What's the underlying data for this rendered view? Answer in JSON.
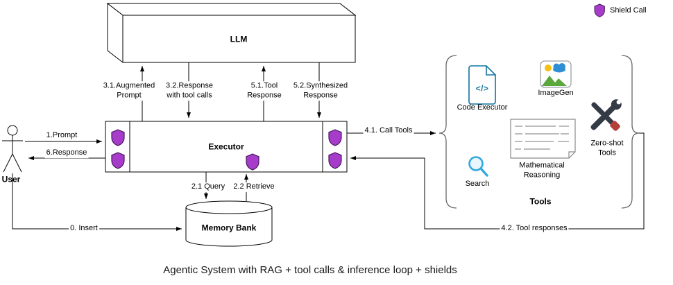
{
  "caption": "Agentic System with RAG + tool calls & inference loop + shields",
  "legend": {
    "shield_call": "Shield Call"
  },
  "nodes": {
    "llm": "LLM",
    "executor": "Executor",
    "memory_bank": "Memory Bank",
    "user": "User"
  },
  "tools": {
    "group_label": "Tools",
    "code_executor": "Code Executor",
    "code_glyph": "</>",
    "imagegen": "ImageGen",
    "search": "Search",
    "math_reasoning": "Mathematical\nReasoning",
    "zero_shot": "Zero-shot\nTools"
  },
  "edges": {
    "prompt": "1.Prompt",
    "response": "6.Response",
    "insert": "0. Insert",
    "augmented_prompt": "3.1.Augmented\nPrompt",
    "response_tool_calls": "3.2.Response\nwith tool calls",
    "tool_response": "5.1.Tool\nResponse",
    "synthesized_response": "5.2.Synthesized\nResponse",
    "query": "2.1 Query",
    "retrieve": "2.2 Retrieve",
    "call_tools": "4.1. Call Tools",
    "tool_responses": "4.2. Tool responses"
  },
  "colors": {
    "shield-fill": "#a63cc9",
    "shield-stroke": "#461a5e",
    "code-blue": "#10739e",
    "search-blue": "#31a8e0",
    "brace": "#666666",
    "tool-dark": "#343b46",
    "green": "#5aa73c",
    "sky-blue": "#2e8fd4",
    "sun-yellow": "#f2c118"
  }
}
